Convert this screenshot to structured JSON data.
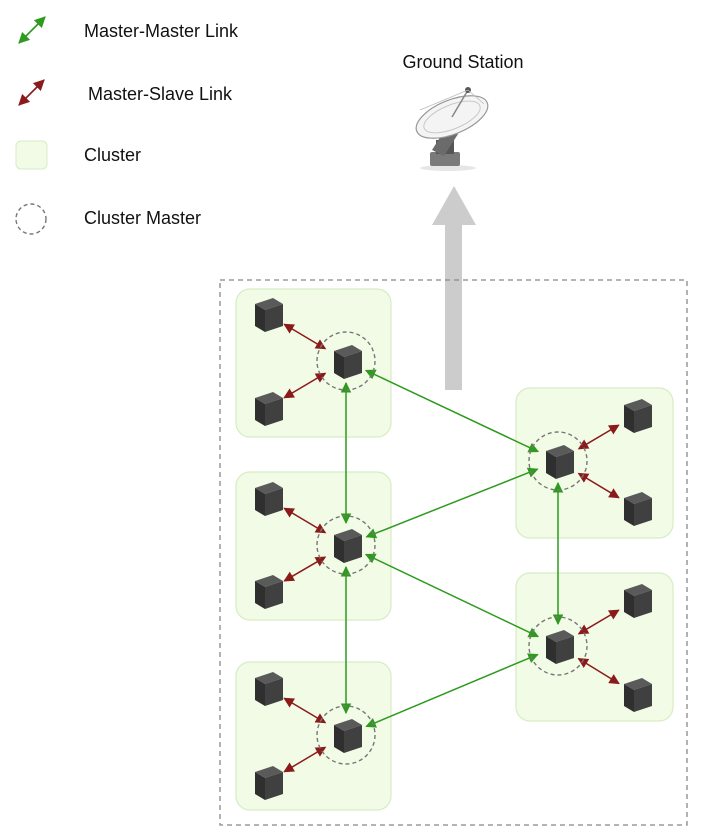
{
  "legend": {
    "master_master": "Master-Master Link",
    "master_slave": "Master-Slave Link",
    "cluster": "Cluster",
    "cluster_master": "Cluster Master"
  },
  "ground_station": {
    "label": "Ground Station",
    "icon": "satellite-dish-icon"
  },
  "colors": {
    "master_master": "#2e9a1e",
    "master_slave": "#8b1a1a",
    "cluster_fill": "#f1fbe6",
    "cluster_stroke": "#d7ecc5",
    "uplink_arrow": "#cccccc",
    "dashed": "#777777",
    "node": "#3a3a3a"
  },
  "clusters": [
    {
      "id": "A",
      "master": "A-master",
      "slaves": [
        "A-slave-1",
        "A-slave-2"
      ]
    },
    {
      "id": "B",
      "master": "B-master",
      "slaves": [
        "B-slave-1",
        "B-slave-2"
      ]
    },
    {
      "id": "C",
      "master": "C-master",
      "slaves": [
        "C-slave-1",
        "C-slave-2"
      ]
    },
    {
      "id": "D",
      "master": "D-master",
      "slaves": [
        "D-slave-1",
        "D-slave-2"
      ]
    },
    {
      "id": "E",
      "master": "E-master",
      "slaves": [
        "E-slave-1",
        "E-slave-2"
      ]
    }
  ],
  "master_links": [
    [
      "A",
      "B"
    ],
    [
      "B",
      "C"
    ],
    [
      "A",
      "D"
    ],
    [
      "B",
      "D"
    ],
    [
      "B",
      "E"
    ],
    [
      "C",
      "E"
    ],
    [
      "D",
      "E"
    ]
  ]
}
